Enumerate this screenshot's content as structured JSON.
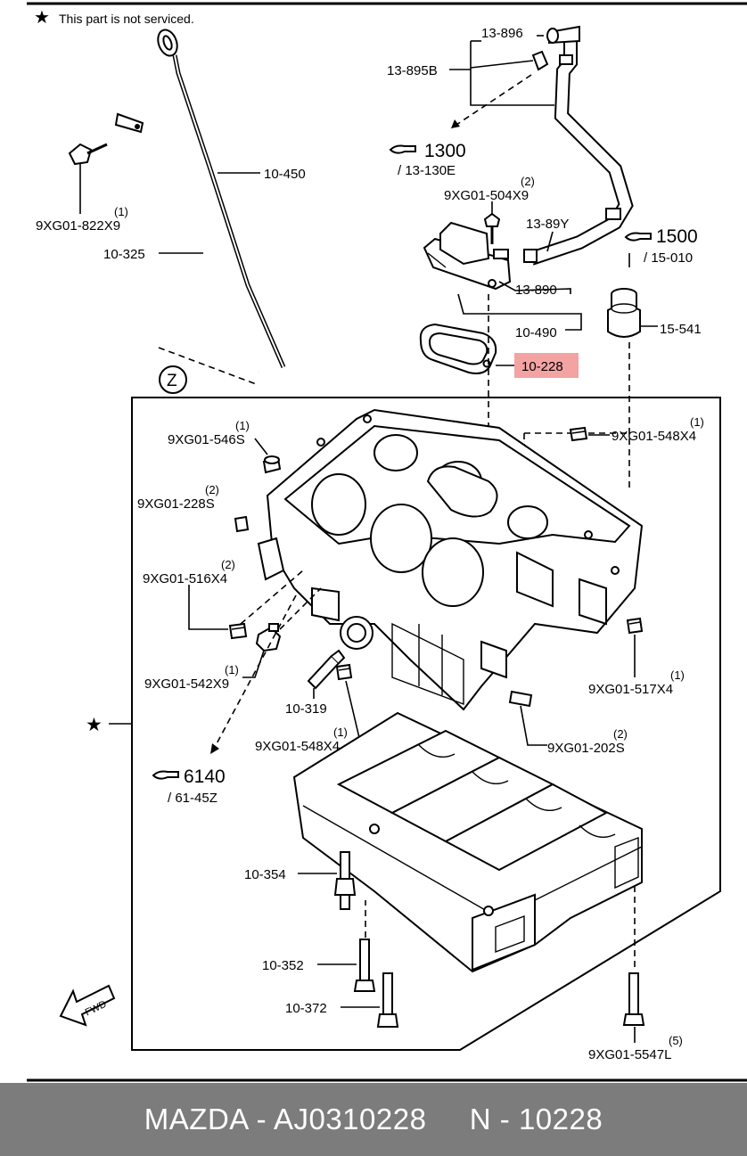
{
  "note": {
    "star": "★",
    "text": "This part is not serviced."
  },
  "labels": {
    "p13_896": "13-896",
    "p13_895b": "13-895B",
    "ref1300": "1300",
    "ref1300_sub": "/ 13-130E",
    "p9xg01_504x9": "9XG01-504X9",
    "p9xg01_504x9_qty": "(2)",
    "p13_89y": "13-89Y",
    "ref1500": "1500",
    "ref1500_sub": "/ 15-010",
    "p13_890": "13-890",
    "p10_490": "10-490",
    "p15_541": "15-541",
    "p10_228": "10-228",
    "p10_450": "10-450",
    "p9xg01_822x9": "9XG01-822X9",
    "p9xg01_822x9_qty": "(1)",
    "p10_325": "10-325",
    "zone_z": "Z",
    "p9xg01_546s": "9XG01-546S",
    "p9xg01_546s_qty": "(1)",
    "p9xg01_548x4_top": "9XG01-548X4",
    "p9xg01_548x4_top_qty": "(1)",
    "p9xg01_228s": "9XG01-228S",
    "p9xg01_228s_qty": "(2)",
    "p9xg01_516x4": "9XG01-516X4",
    "p9xg01_516x4_qty": "(2)",
    "p9xg01_542x9": "9XG01-542X9",
    "p9xg01_542x9_qty": "(1)",
    "p9xg01_517x4": "9XG01-517X4",
    "p9xg01_517x4_qty": "(1)",
    "p10_319": "10-319",
    "p9xg01_548x4_bot": "9XG01-548X4",
    "p9xg01_548x4_bot_qty": "(1)",
    "p9xg01_202s": "9XG01-202S",
    "p9xg01_202s_qty": "(2)",
    "ref6140": "6140",
    "ref6140_sub": "/ 61-45Z",
    "p10_354": "10-354",
    "p10_352": "10-352",
    "p10_372": "10-372",
    "p9xg01_5547l": "9XG01-5547L",
    "p9xg01_5547l_qty": "(5)",
    "fwd": "FWD",
    "star_marker": "★"
  },
  "highlight_color": "#f4a3a3",
  "footer": {
    "text": "MAZDA - AJ0310228     N - 10228",
    "background": "#7c7c7c"
  }
}
